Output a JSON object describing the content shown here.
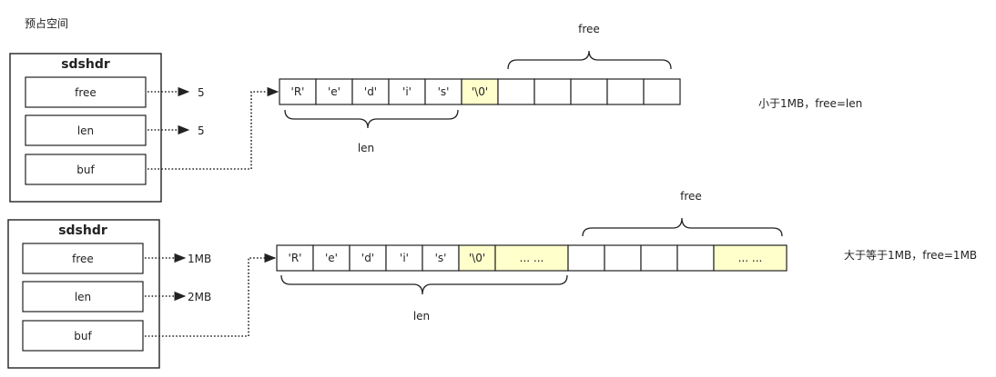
{
  "title": "预占空间",
  "colors": {
    "highlight": "#ffffcc",
    "cell": "#ffffff",
    "stroke": "#222222"
  },
  "diagrams": [
    {
      "header": "sdshdr",
      "fields": [
        {
          "label": "free",
          "value": "5"
        },
        {
          "label": "len",
          "value": "5"
        },
        {
          "label": "buf"
        }
      ],
      "cells": [
        {
          "text": "'R'",
          "highlight": false
        },
        {
          "text": "'e'",
          "highlight": false
        },
        {
          "text": "'d'",
          "highlight": false
        },
        {
          "text": "'i'",
          "highlight": false
        },
        {
          "text": "'s'",
          "highlight": false
        },
        {
          "text": "'\\0'",
          "highlight": true
        },
        {
          "text": "",
          "highlight": false
        },
        {
          "text": "",
          "highlight": false
        },
        {
          "text": "",
          "highlight": false
        },
        {
          "text": "",
          "highlight": false
        },
        {
          "text": "",
          "highlight": false
        }
      ],
      "free_label": "free",
      "len_label": "len",
      "note": "小于1MB，free=len"
    },
    {
      "header": "sdshdr",
      "fields": [
        {
          "label": "free",
          "value": "1MB"
        },
        {
          "label": "len",
          "value": "2MB"
        },
        {
          "label": "buf"
        }
      ],
      "cells": [
        {
          "text": "'R'",
          "highlight": false
        },
        {
          "text": "'e'",
          "highlight": false
        },
        {
          "text": "'d'",
          "highlight": false
        },
        {
          "text": "'i'",
          "highlight": false
        },
        {
          "text": "'s'",
          "highlight": false
        },
        {
          "text": "'\\0'",
          "highlight": true
        },
        {
          "text": "... ...",
          "highlight": true
        },
        {
          "text": "",
          "highlight": false
        },
        {
          "text": "",
          "highlight": false
        },
        {
          "text": "",
          "highlight": false
        },
        {
          "text": "",
          "highlight": false
        },
        {
          "text": "... ...",
          "highlight": true
        }
      ],
      "free_label": "free",
      "len_label": "len",
      "note": "大于等于1MB，free=1MB"
    }
  ]
}
